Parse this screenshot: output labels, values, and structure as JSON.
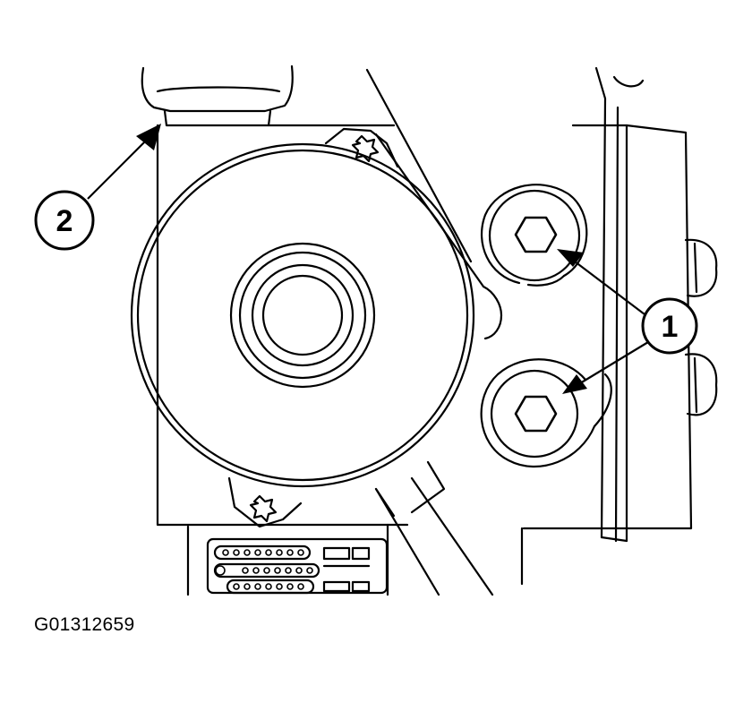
{
  "figure": {
    "id": "G01312659",
    "callouts": [
      {
        "number": "1",
        "points_to": "hex-bolts"
      },
      {
        "number": "2",
        "points_to": "hose-connector"
      }
    ]
  },
  "colors": {
    "line": "#000000",
    "background": "#ffffff"
  }
}
